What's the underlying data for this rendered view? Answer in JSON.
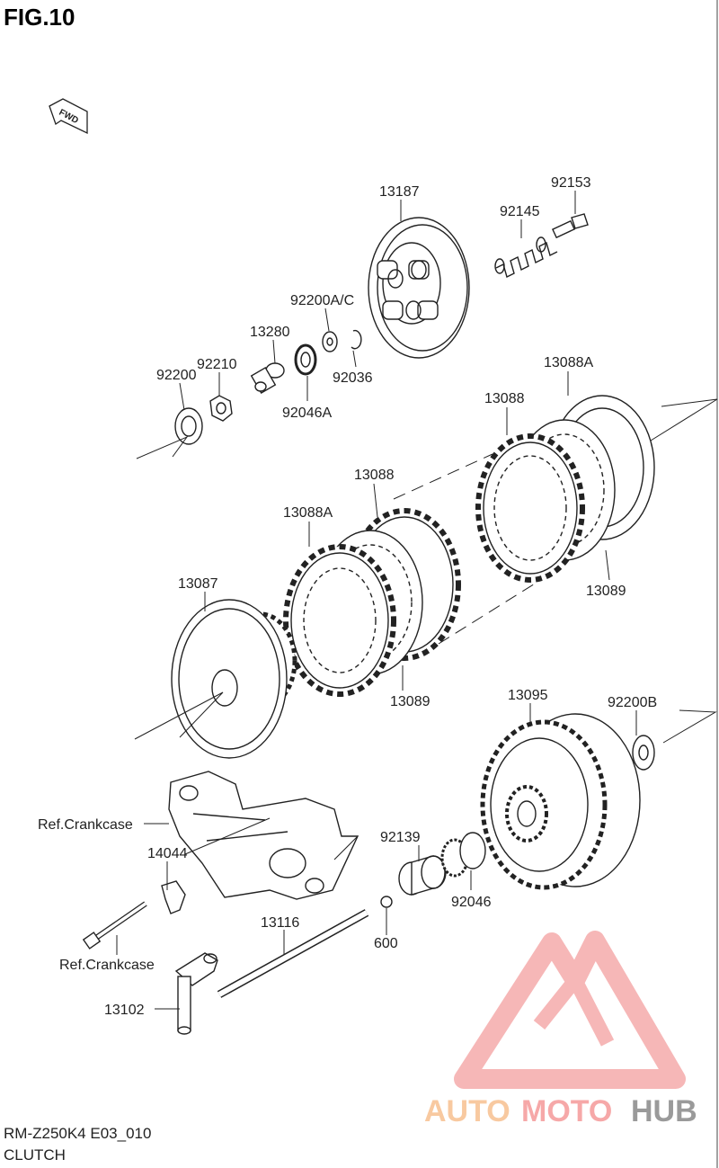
{
  "figure": {
    "title": "FIG.10",
    "fwd_label": "FWD"
  },
  "labels": {
    "p13187": "13187",
    "p92153": "92153",
    "p92145": "92145",
    "p92200ac": "92200A/C",
    "p13280": "13280",
    "p92210": "92210",
    "p92200": "92200",
    "p92036": "92036",
    "p92046a": "92046A",
    "p13088a_top": "13088A",
    "p13088_right": "13088",
    "p13088_mid": "13088",
    "p13088a_left": "13088A",
    "p13089_right": "13089",
    "p13089_left": "13089",
    "p13087": "13087",
    "p13095": "13095",
    "p92200b": "92200B",
    "ref_crankcase_1": "Ref.Crankcase",
    "p14044": "14044",
    "p92139": "92139",
    "p92046": "92046",
    "p13116": "13116",
    "p600": "600",
    "ref_crankcase_2": "Ref.Crankcase",
    "p13102": "13102"
  },
  "footer": {
    "model_code": "RM-Z250K4 E03_010",
    "section": "CLUTCH"
  },
  "watermark": {
    "part1": "AUTO",
    "part2": "MOTO",
    "part3": "HUB",
    "color_light": "#f8c9a0",
    "color_dark": "#9a9a9a",
    "logo_color": "#f3a0a0"
  }
}
